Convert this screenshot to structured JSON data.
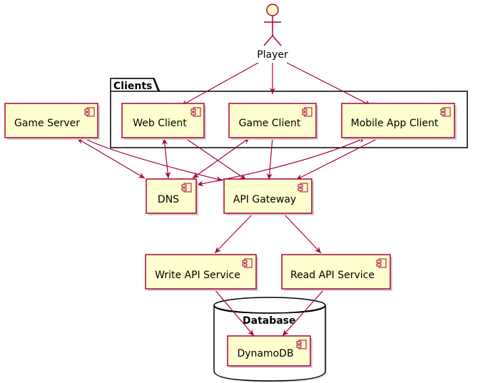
{
  "diagram": {
    "type": "component-diagram",
    "actor": {
      "label": "Player"
    },
    "package": {
      "label": "Clients"
    },
    "database": {
      "label": "Database"
    },
    "components": {
      "game_server": "Game Server",
      "web_client": "Web Client",
      "game_client": "Game Client",
      "mobile_app_client": "Mobile App Client",
      "dns": "DNS",
      "api_gateway": "API Gateway",
      "write_api_service": "Write API Service",
      "read_api_service": "Read API Service",
      "dynamodb": "DynamoDB"
    },
    "connections": [
      {
        "from": "Player",
        "to": "Web Client",
        "arrow": "forward"
      },
      {
        "from": "Player",
        "to": "Game Client",
        "arrow": "forward"
      },
      {
        "from": "Player",
        "to": "Mobile App Client",
        "arrow": "forward"
      },
      {
        "from": "Game Server",
        "to": "DNS",
        "arrow": "both"
      },
      {
        "from": "Game Server",
        "to": "API Gateway",
        "arrow": "forward"
      },
      {
        "from": "Web Client",
        "to": "DNS",
        "arrow": "both"
      },
      {
        "from": "Web Client",
        "to": "API Gateway",
        "arrow": "forward"
      },
      {
        "from": "Game Client",
        "to": "DNS",
        "arrow": "both"
      },
      {
        "from": "Game Client",
        "to": "API Gateway",
        "arrow": "forward"
      },
      {
        "from": "Mobile App Client",
        "to": "DNS",
        "arrow": "both"
      },
      {
        "from": "Mobile App Client",
        "to": "API Gateway",
        "arrow": "forward"
      },
      {
        "from": "API Gateway",
        "to": "Write API Service",
        "arrow": "forward"
      },
      {
        "from": "API Gateway",
        "to": "Read API Service",
        "arrow": "forward"
      },
      {
        "from": "Write API Service",
        "to": "DynamoDB",
        "arrow": "forward"
      },
      {
        "from": "Read API Service",
        "to": "DynamoDB",
        "arrow": "forward"
      }
    ],
    "colors": {
      "component_fill": "#FEFECE",
      "component_border": "#A80036",
      "edge": "#A80036",
      "package_border": "#000000",
      "shadow": "#D0D0D0"
    }
  }
}
